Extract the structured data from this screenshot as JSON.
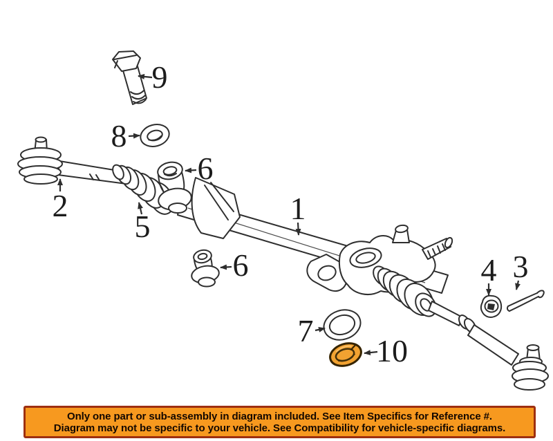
{
  "diagram": {
    "colors": {
      "line": "#2e2e2e",
      "background": "#ffffff",
      "highlight_fill": "#f2a231",
      "highlight_outline": "#3a2800"
    },
    "callouts": {
      "rack_assembly": "1",
      "inner_tie_rod": "2",
      "cotter_pin": "3",
      "nut": "4",
      "bellows_boot": "5",
      "bushing_upper": "6",
      "bushing_lower": "6",
      "o_ring": "7",
      "washer": "8",
      "bolt": "9",
      "lock_washer": "10"
    }
  },
  "banner": {
    "line1": "Only one part or sub-assembly in diagram included. See Item Specifics for Reference #.",
    "line2": "Diagram may not be specific to your vehicle. See Compatibility for vehicle-specific diagrams.",
    "background": "#f7991f",
    "border": "#9e2f10",
    "text_color": "#140800"
  }
}
